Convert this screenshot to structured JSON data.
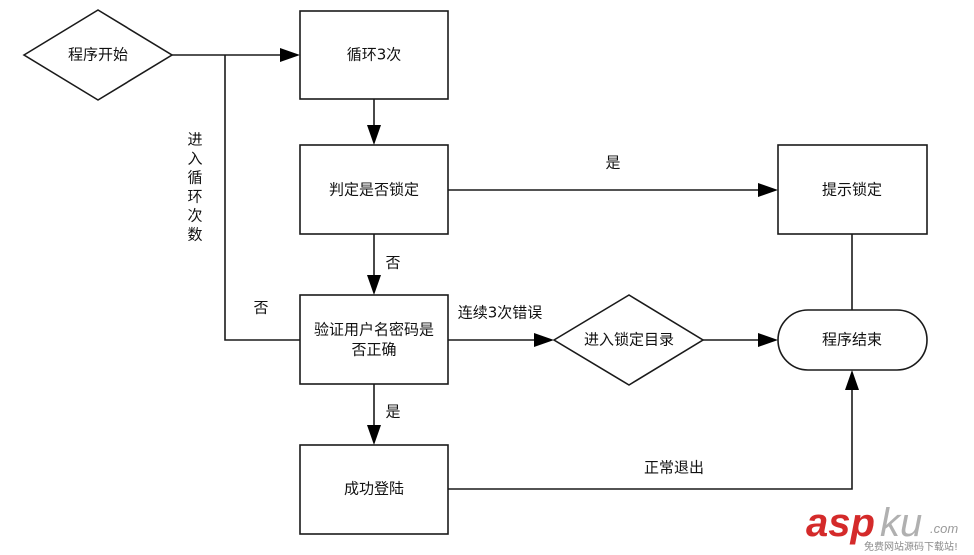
{
  "diagram": {
    "type": "flowchart",
    "nodes": {
      "start": {
        "label": "程序开始",
        "shape": "diamond"
      },
      "loop": {
        "label": "循环3次",
        "shape": "rectangle"
      },
      "check_lock": {
        "label": "判定是否锁定",
        "shape": "rectangle"
      },
      "show_lock": {
        "label": "提示锁定",
        "shape": "rectangle"
      },
      "verify_line1": "验证用户名密码是",
      "verify_line2": "否正确",
      "enter_lock": {
        "label": "进入锁定目录",
        "shape": "diamond"
      },
      "end": {
        "label": "程序结束",
        "shape": "terminator"
      },
      "login_ok": {
        "label": "成功登陆",
        "shape": "rectangle"
      }
    },
    "edges": {
      "start_to_loop": {
        "from": "程序开始",
        "to": "循环3次",
        "label": ""
      },
      "loop_count_label_chars": [
        "进",
        "入",
        "循",
        "环",
        "次",
        "数"
      ],
      "loop_to_check": {
        "from": "循环3次",
        "to": "判定是否锁定",
        "label": ""
      },
      "check_yes": {
        "from": "判定是否锁定",
        "to": "提示锁定",
        "label": "是"
      },
      "check_no": {
        "from": "判定是否锁定",
        "to": "验证用户名密码是否正确",
        "label": "否"
      },
      "verify_no_loop": {
        "from": "验证用户名密码是否正确",
        "to": "循环3次",
        "label": "否"
      },
      "verify_errors": {
        "from": "验证用户名密码是否正确",
        "to": "进入锁定目录",
        "label": "连续3次错误"
      },
      "lock_to_end": {
        "from": "进入锁定目录",
        "to": "程序结束",
        "label": ""
      },
      "show_to_end": {
        "from": "提示锁定",
        "to": "程序结束",
        "label": ""
      },
      "verify_yes": {
        "from": "验证用户名密码是否正确",
        "to": "成功登陆",
        "label": "是"
      },
      "login_exit": {
        "from": "成功登陆",
        "to": "程序结束",
        "label": "正常退出"
      }
    }
  },
  "watermark": {
    "brand_red": "asp",
    "brand_gray": "ku",
    "domain": ".com",
    "tagline": "免费网站源码下载站!",
    "colors": {
      "red": "#d42a2a",
      "gray": "#9a9a9a"
    }
  }
}
